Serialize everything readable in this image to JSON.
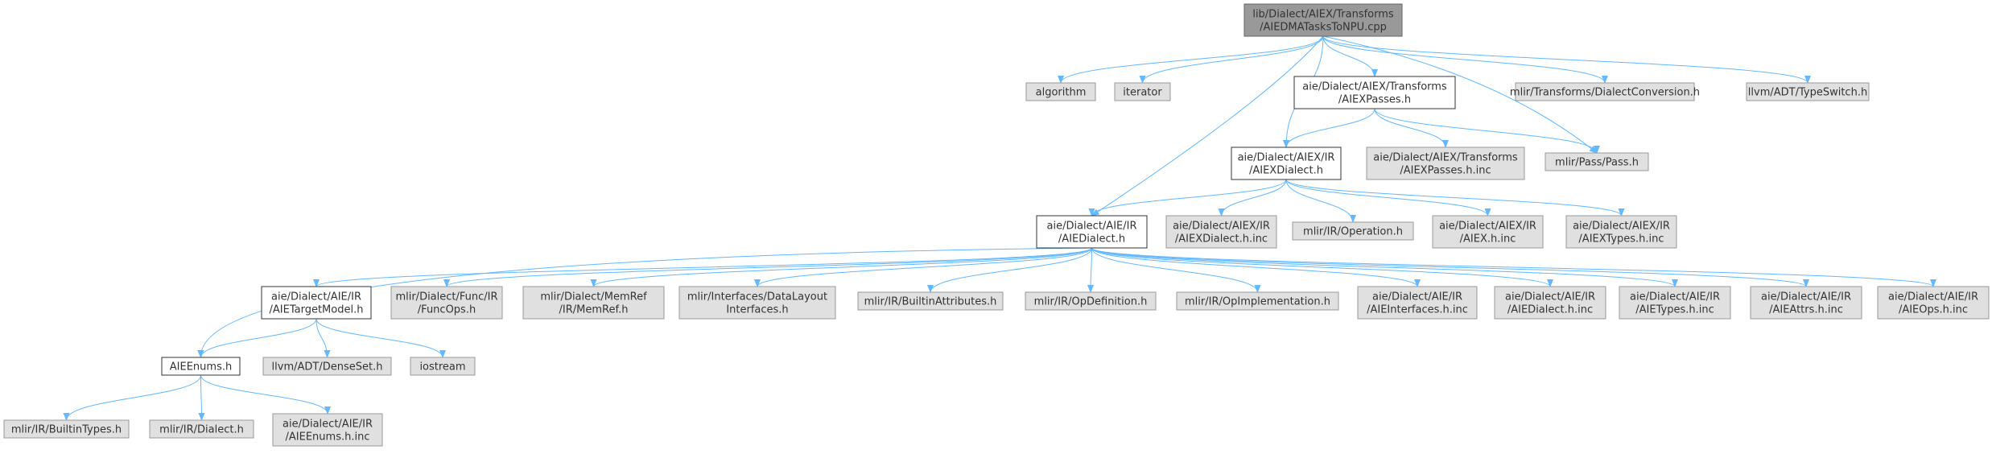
{
  "colors": {
    "edge": "#63b8ff",
    "root_fill": "#999999",
    "root_border": "#666666",
    "documented_fill": "#ffffff",
    "documented_border": "#333333",
    "external_fill": "#e0e0e0",
    "external_border": "#999999",
    "text": "#333333"
  },
  "nodes": [
    {
      "id": "root",
      "lines": [
        "lib/Dialect/AIEX/Transforms",
        "/AIEDMATasksToNPU.cpp"
      ],
      "kind": "root"
    },
    {
      "id": "algorithm",
      "lines": [
        "algorithm"
      ],
      "kind": "external"
    },
    {
      "id": "iterator",
      "lines": [
        "iterator"
      ],
      "kind": "external"
    },
    {
      "id": "aiexpasses_h",
      "lines": [
        "aie/Dialect/AIEX/Transforms",
        "/AIEXPasses.h"
      ],
      "kind": "documented"
    },
    {
      "id": "dialectconversion",
      "lines": [
        "mlir/Transforms/DialectConversion.h"
      ],
      "kind": "external"
    },
    {
      "id": "typeswitch",
      "lines": [
        "llvm/ADT/TypeSwitch.h"
      ],
      "kind": "external"
    },
    {
      "id": "aiexdialect_h",
      "lines": [
        "aie/Dialect/AIEX/IR",
        "/AIEXDialect.h"
      ],
      "kind": "documented"
    },
    {
      "id": "aiexpasses_inc",
      "lines": [
        "aie/Dialect/AIEX/Transforms",
        "/AIEXPasses.h.inc"
      ],
      "kind": "external"
    },
    {
      "id": "pass_h",
      "lines": [
        "mlir/Pass/Pass.h"
      ],
      "kind": "external"
    },
    {
      "id": "aiedialect_h",
      "lines": [
        "aie/Dialect/AIE/IR",
        "/AIEDialect.h"
      ],
      "kind": "documented"
    },
    {
      "id": "aiexdialect_inc",
      "lines": [
        "aie/Dialect/AIEX/IR",
        "/AIEXDialect.h.inc"
      ],
      "kind": "external"
    },
    {
      "id": "operation_h",
      "lines": [
        "mlir/IR/Operation.h"
      ],
      "kind": "external"
    },
    {
      "id": "aiex_inc",
      "lines": [
        "aie/Dialect/AIEX/IR",
        "/AIEX.h.inc"
      ],
      "kind": "external"
    },
    {
      "id": "aiextypes_inc",
      "lines": [
        "aie/Dialect/AIEX/IR",
        "/AIEXTypes.h.inc"
      ],
      "kind": "external"
    },
    {
      "id": "targetmodel",
      "lines": [
        "aie/Dialect/AIE/IR",
        "/AIETargetModel.h"
      ],
      "kind": "documented"
    },
    {
      "id": "funcops",
      "lines": [
        "mlir/Dialect/Func/IR",
        "/FuncOps.h"
      ],
      "kind": "external"
    },
    {
      "id": "memref",
      "lines": [
        "mlir/Dialect/MemRef",
        "/IR/MemRef.h"
      ],
      "kind": "external"
    },
    {
      "id": "datalayout",
      "lines": [
        "mlir/Interfaces/DataLayout",
        "Interfaces.h"
      ],
      "kind": "external"
    },
    {
      "id": "builtinattrs",
      "lines": [
        "mlir/IR/BuiltinAttributes.h"
      ],
      "kind": "external"
    },
    {
      "id": "opdefinition",
      "lines": [
        "mlir/IR/OpDefinition.h"
      ],
      "kind": "external"
    },
    {
      "id": "opimplementation",
      "lines": [
        "mlir/IR/OpImplementation.h"
      ],
      "kind": "external"
    },
    {
      "id": "aieinterfaces",
      "lines": [
        "aie/Dialect/AIE/IR",
        "/AIEInterfaces.h.inc"
      ],
      "kind": "external"
    },
    {
      "id": "aiedialect_inc",
      "lines": [
        "aie/Dialect/AIE/IR",
        "/AIEDialect.h.inc"
      ],
      "kind": "external"
    },
    {
      "id": "aietypes",
      "lines": [
        "aie/Dialect/AIE/IR",
        "/AIETypes.h.inc"
      ],
      "kind": "external"
    },
    {
      "id": "aieattrs",
      "lines": [
        "aie/Dialect/AIE/IR",
        "/AIEAttrs.h.inc"
      ],
      "kind": "external"
    },
    {
      "id": "aieops",
      "lines": [
        "aie/Dialect/AIE/IR",
        "/AIEOps.h.inc"
      ],
      "kind": "external"
    },
    {
      "id": "aieenums_h",
      "lines": [
        "AIEEnums.h"
      ],
      "kind": "documented"
    },
    {
      "id": "denseset",
      "lines": [
        "llvm/ADT/DenseSet.h"
      ],
      "kind": "external"
    },
    {
      "id": "iostream",
      "lines": [
        "iostream"
      ],
      "kind": "external"
    },
    {
      "id": "builtintypes",
      "lines": [
        "mlir/IR/BuiltinTypes.h"
      ],
      "kind": "external"
    },
    {
      "id": "dialect_h",
      "lines": [
        "mlir/IR/Dialect.h"
      ],
      "kind": "external"
    },
    {
      "id": "aieenums_inc",
      "lines": [
        "aie/Dialect/AIE/IR",
        "/AIEEnums.h.inc"
      ],
      "kind": "external"
    }
  ],
  "edges": [
    [
      "root",
      "algorithm"
    ],
    [
      "root",
      "iterator"
    ],
    [
      "root",
      "aiexpasses_h"
    ],
    [
      "root",
      "dialectconversion"
    ],
    [
      "root",
      "typeswitch"
    ],
    [
      "root",
      "aiexdialect_h"
    ],
    [
      "root",
      "aiedialect_h"
    ],
    [
      "root",
      "pass_h"
    ],
    [
      "aiexpasses_h",
      "aiexdialect_h"
    ],
    [
      "aiexpasses_h",
      "aiexpasses_inc"
    ],
    [
      "aiexpasses_h",
      "pass_h"
    ],
    [
      "aiexdialect_h",
      "aiedialect_h"
    ],
    [
      "aiexdialect_h",
      "aiexdialect_inc"
    ],
    [
      "aiexdialect_h",
      "operation_h"
    ],
    [
      "aiexdialect_h",
      "aiex_inc"
    ],
    [
      "aiexdialect_h",
      "aiextypes_inc"
    ],
    [
      "aiedialect_h",
      "aieenums_h"
    ],
    [
      "aiedialect_h",
      "targetmodel"
    ],
    [
      "aiedialect_h",
      "funcops"
    ],
    [
      "aiedialect_h",
      "memref"
    ],
    [
      "aiedialect_h",
      "datalayout"
    ],
    [
      "aiedialect_h",
      "builtinattrs"
    ],
    [
      "aiedialect_h",
      "opdefinition"
    ],
    [
      "aiedialect_h",
      "opimplementation"
    ],
    [
      "aiedialect_h",
      "aieinterfaces"
    ],
    [
      "aiedialect_h",
      "aiedialect_inc"
    ],
    [
      "aiedialect_h",
      "aietypes"
    ],
    [
      "aiedialect_h",
      "aieattrs"
    ],
    [
      "aiedialect_h",
      "aieops"
    ],
    [
      "targetmodel",
      "aieenums_h"
    ],
    [
      "targetmodel",
      "denseset"
    ],
    [
      "targetmodel",
      "iostream"
    ],
    [
      "aieenums_h",
      "builtintypes"
    ],
    [
      "aieenums_h",
      "dialect_h"
    ],
    [
      "aieenums_h",
      "aieenums_inc"
    ]
  ]
}
